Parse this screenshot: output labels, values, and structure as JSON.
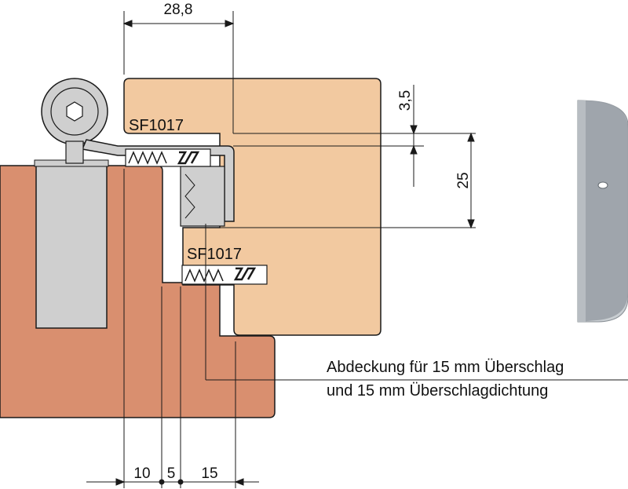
{
  "dimensions": {
    "width_top": "28,8",
    "offset_top": "3,5",
    "height_right": "25",
    "bottom_a": "10",
    "bottom_b": "5",
    "bottom_c": "15"
  },
  "labels": {
    "seal_top": "SF1017",
    "seal_bottom": "SF1017"
  },
  "note": {
    "line1": "Abdeckung für 15 mm Überschlag",
    "line2": "und 15 mm Überschlagdichtung"
  },
  "colors": {
    "frame": "#d98f6f",
    "sash": "#f2c9a0",
    "hinge_metal": "#cfcfcf",
    "cover_part": "#9aa1a7",
    "line": "#1a1a1a"
  }
}
